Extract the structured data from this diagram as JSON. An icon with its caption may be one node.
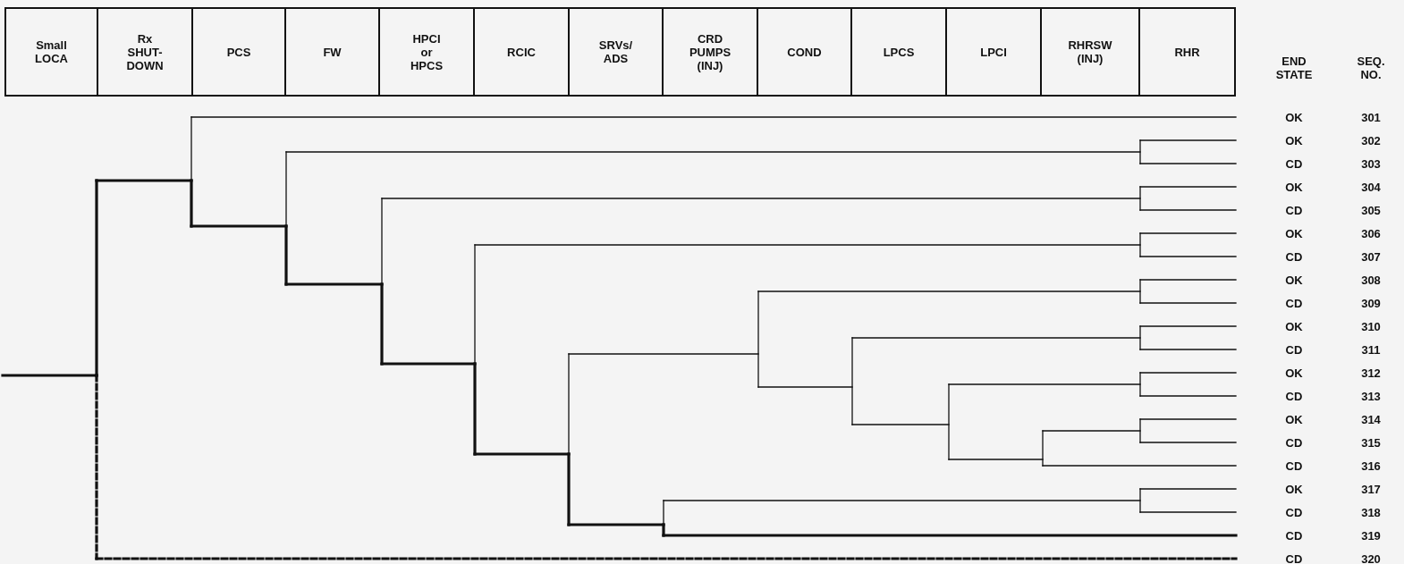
{
  "diagram": {
    "nodes": [
      {
        "text": [
          "Small LOCA"
        ]
      },
      {
        "text": [
          "Rx SHUT- DOWN"
        ]
      },
      {
        "text": [
          "PCS"
        ]
      },
      {
        "text": [
          "FW"
        ]
      },
      {
        "text": [
          "HPCI or HPCS"
        ]
      },
      {
        "text": [
          "RCIC"
        ]
      },
      {
        "text": [
          "SRVs/ ADS"
        ]
      },
      {
        "text": [
          "CRD PUMPS (INJ)"
        ]
      },
      {
        "text": [
          "COND"
        ]
      },
      {
        "text": [
          "LPCS"
        ]
      },
      {
        "text": [
          "LPCI"
        ]
      },
      {
        "text": [
          "RHRSW (INJ)"
        ]
      },
      {
        "text": [
          "RHR"
        ]
      }
    ],
    "labels": [
      "END STATE",
      "SEQ. NO.",
      "OK",
      "301",
      "OK",
      "302",
      "CD",
      "303",
      "OK",
      "304",
      "CD",
      "305",
      "OK",
      "306",
      "CD",
      "307",
      "OK",
      "308",
      "CD",
      "309",
      "OK",
      "310",
      "CD",
      "311",
      "OK",
      "312",
      "CD",
      "313",
      "OK",
      "314",
      "CD",
      "315",
      "CD",
      "316",
      "OK",
      "317",
      "CD",
      "318",
      "CD",
      "319",
      "CD",
      "320"
    ]
  }
}
